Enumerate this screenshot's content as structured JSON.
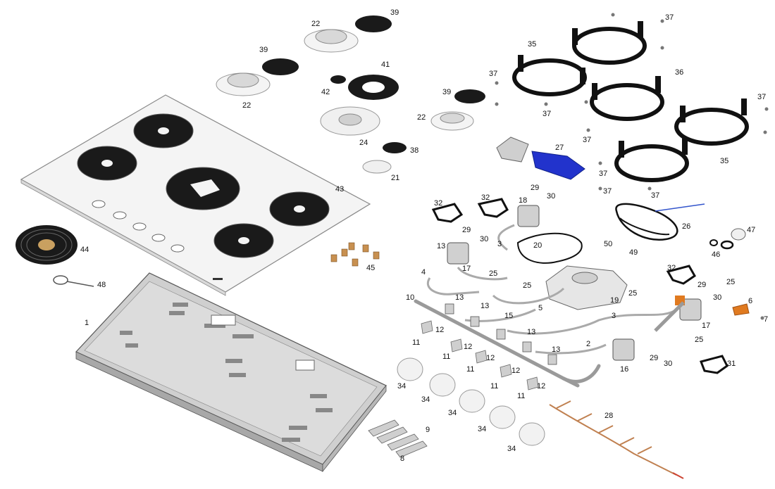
{
  "labels": {
    "p1": "1",
    "p2": "2",
    "p3": "3",
    "p4": "4",
    "p5": "5",
    "p6": "6",
    "p7": "7",
    "p8": "8",
    "p9": "9",
    "p10": "10",
    "p11": "11",
    "p12": "12",
    "p13": "13",
    "p15": "15",
    "p16": "16",
    "p17": "17",
    "p18": "18",
    "p19": "19",
    "p20": "20",
    "p21": "21",
    "p22": "22",
    "p24": "24",
    "p25": "25",
    "p26": "26",
    "p27": "27",
    "p28": "28",
    "p29": "29",
    "p30": "30",
    "p31": "31",
    "p32": "32",
    "p34": "34",
    "p35": "35",
    "p36": "36",
    "p37": "37",
    "p38": "38",
    "p39": "39",
    "p41": "41",
    "p42": "42",
    "p43": "43",
    "p44": "44",
    "p45": "45",
    "p46": "46",
    "p47": "47",
    "p48": "48",
    "p49": "49",
    "p50": "50"
  },
  "colors": {
    "outline": "#333333",
    "metal_light": "#f2f2f2",
    "metal_mid": "#c8c8c8",
    "dark": "#1a1a1a",
    "blue": "#2233cc",
    "orange": "#e07a20",
    "copper": "#c08050",
    "red_wire": "#cc4433"
  }
}
